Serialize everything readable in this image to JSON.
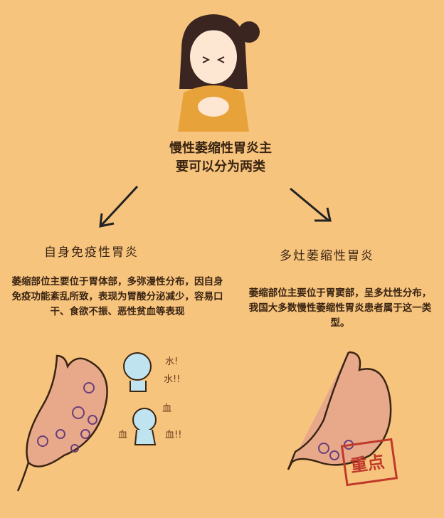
{
  "title": {
    "line1": "慢性萎缩性胃炎主",
    "line2": "要可以分为两类"
  },
  "left": {
    "heading": "自身免疫性胃炎",
    "description": "萎缩部位主要位于胃体部，多弥漫性分布，因自身免疫功能紊乱所致，表现为胃酸分泌减少，容易口干、食欲不振、恶性贫血等表现",
    "marks": [
      "水!",
      "水!!",
      "血",
      "血",
      "血!!"
    ]
  },
  "right": {
    "heading": "多灶萎缩性胃炎",
    "description": "萎缩部位主要位于胃窦部，呈多灶性分布，我国大多数慢性萎缩性胃炎患者属于这一类型。",
    "stamp": "重点"
  },
  "colors": {
    "background": "#f7c47e",
    "stamp": "#c0392b"
  }
}
